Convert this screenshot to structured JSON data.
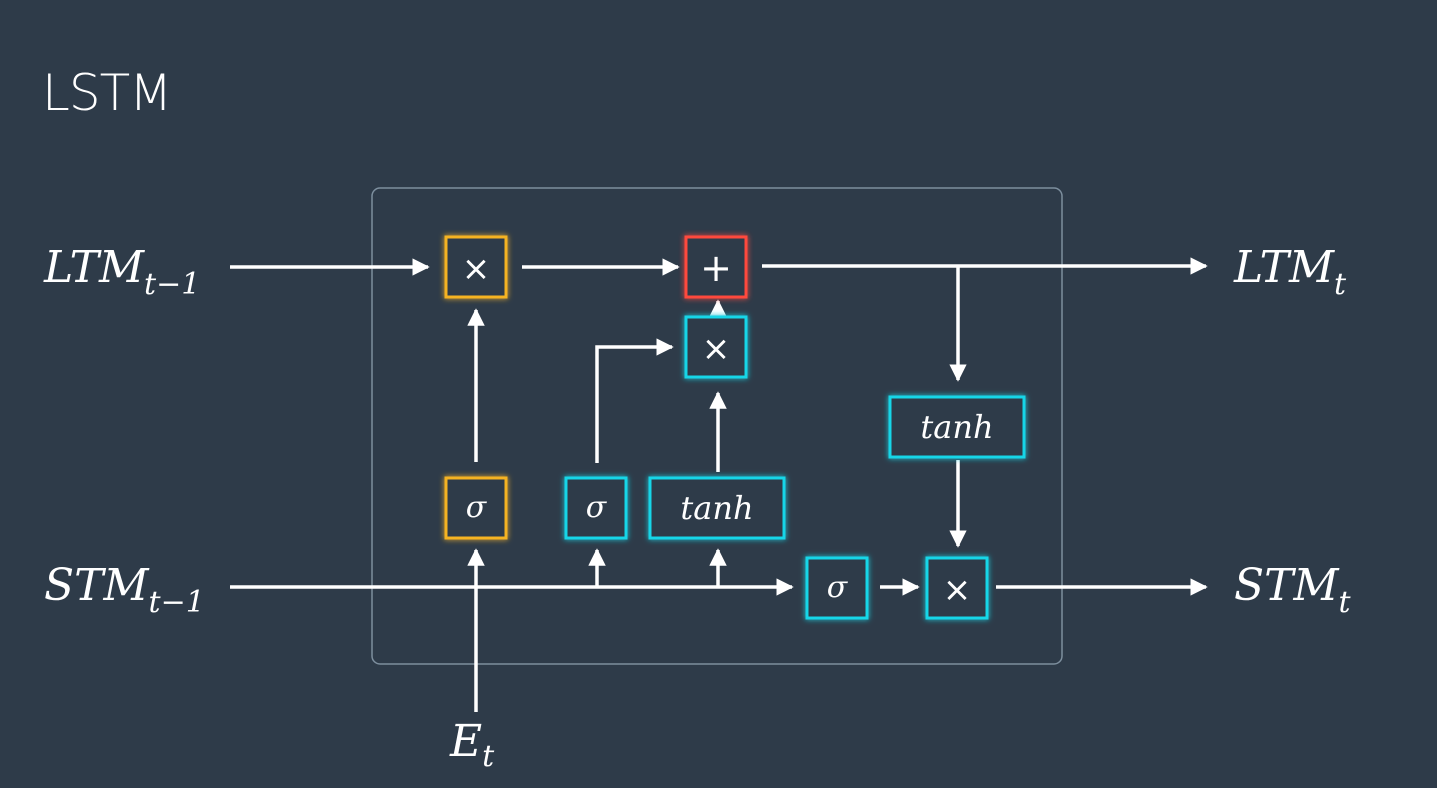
{
  "title": "LSTM",
  "labels": {
    "ltm_in": {
      "base": "LTM",
      "sub": "t−1"
    },
    "stm_in": {
      "base": "STM",
      "sub": "t−1"
    },
    "ltm_out": {
      "base": "LTM",
      "sub": "t"
    },
    "stm_out": {
      "base": "STM",
      "sub": "t"
    },
    "event_in": {
      "base": "E",
      "sub": "t"
    }
  },
  "nodes": {
    "forget_multiply": {
      "symbol": "×"
    },
    "forget_sigmoid": {
      "symbol": "σ"
    },
    "learn_add": {
      "symbol": "+"
    },
    "learn_multiply": {
      "symbol": "×"
    },
    "learn_sigmoid": {
      "symbol": "σ"
    },
    "learn_tanh": {
      "symbol": "tanh"
    },
    "use_tanh": {
      "symbol": "tanh"
    },
    "use_sigmoid": {
      "symbol": "σ"
    },
    "use_multiply": {
      "symbol": "×"
    }
  },
  "colors": {
    "background": "#2e3b49",
    "forget_gate": "#f5b324",
    "add": "#ff4a3d",
    "cyan": "#12d6e8",
    "frame": "#7d8f9e",
    "arrow": "#ffffff"
  }
}
